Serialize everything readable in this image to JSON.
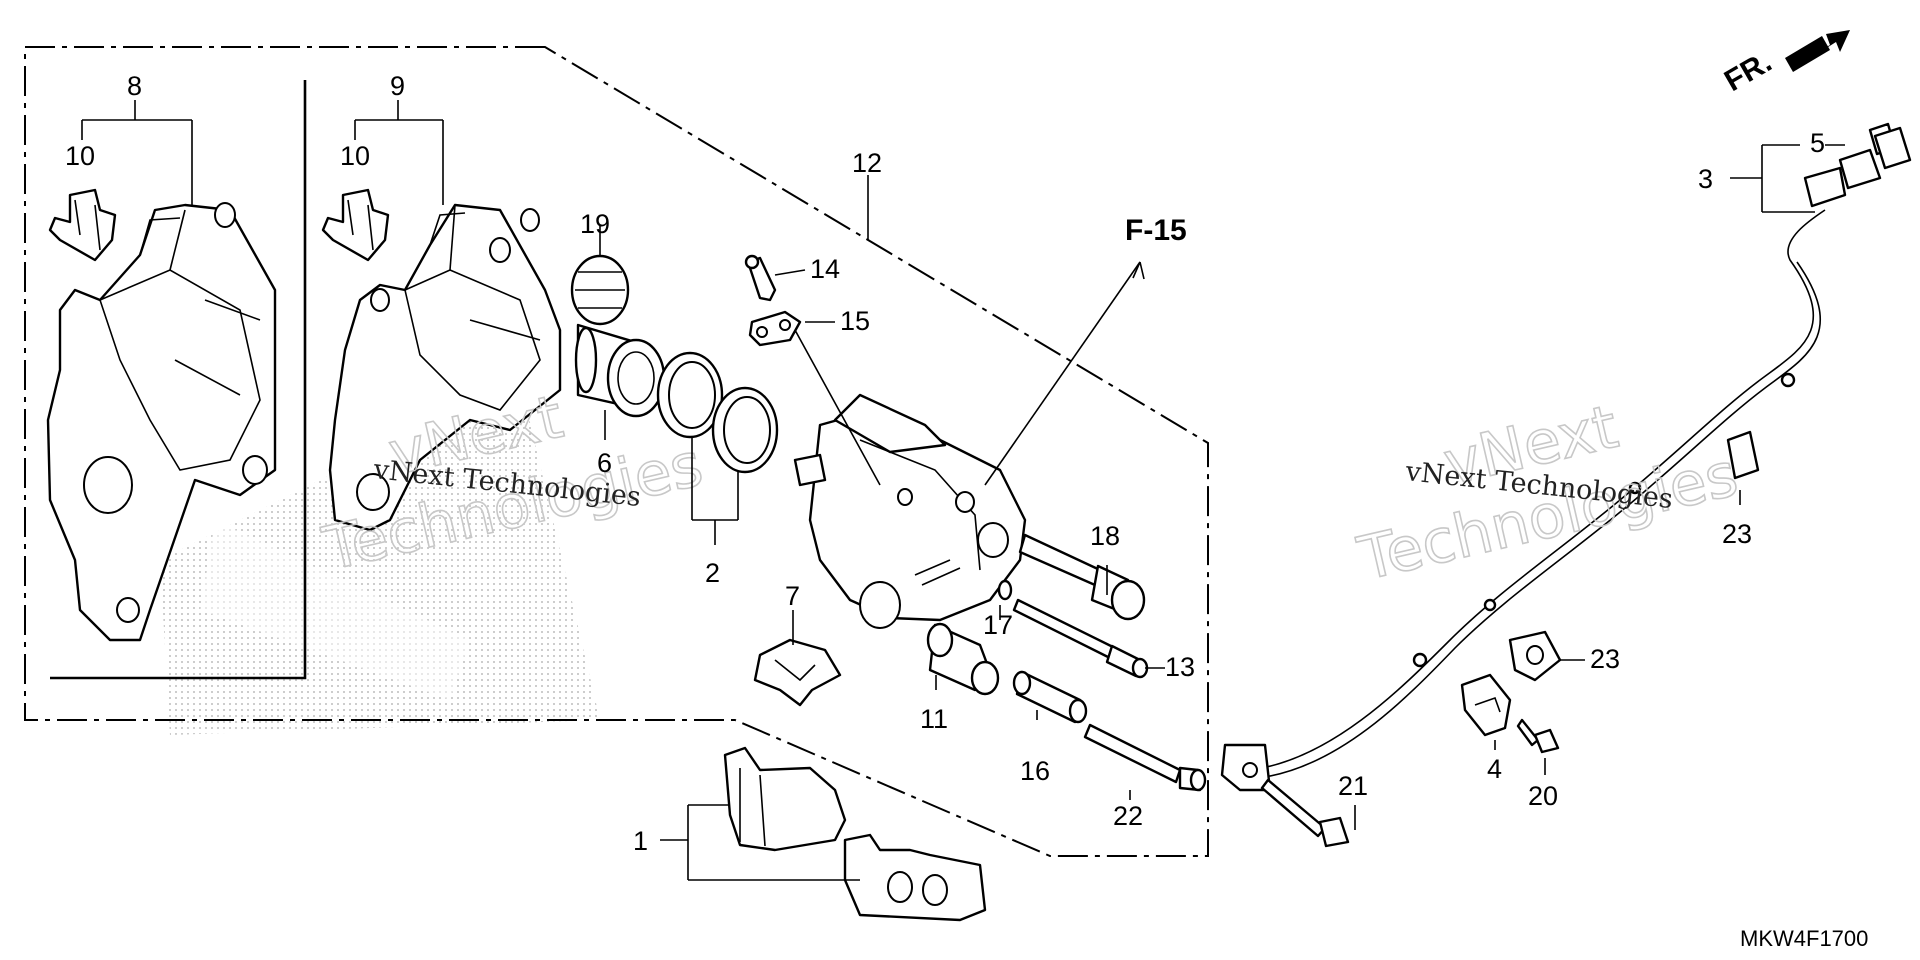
{
  "diagram": {
    "reference_label": "F-15",
    "direction_label": "FR.",
    "diagram_code": "MKW4F1700",
    "watermark": {
      "line_small": "vNext Technologies",
      "line_large_1": "vNext",
      "line_large_2": "Technologies"
    },
    "callouts": [
      {
        "id": "c1",
        "label": "1"
      },
      {
        "id": "c2",
        "label": "2"
      },
      {
        "id": "c3",
        "label": "3"
      },
      {
        "id": "c4",
        "label": "4"
      },
      {
        "id": "c5",
        "label": "5"
      },
      {
        "id": "c6",
        "label": "6"
      },
      {
        "id": "c7",
        "label": "7"
      },
      {
        "id": "c8",
        "label": "8"
      },
      {
        "id": "c9",
        "label": "9"
      },
      {
        "id": "c10a",
        "label": "10"
      },
      {
        "id": "c10b",
        "label": "10"
      },
      {
        "id": "c11",
        "label": "11"
      },
      {
        "id": "c12",
        "label": "12"
      },
      {
        "id": "c13",
        "label": "13"
      },
      {
        "id": "c14",
        "label": "14"
      },
      {
        "id": "c15",
        "label": "15"
      },
      {
        "id": "c16",
        "label": "16"
      },
      {
        "id": "c17",
        "label": "17"
      },
      {
        "id": "c18",
        "label": "18"
      },
      {
        "id": "c19",
        "label": "19"
      },
      {
        "id": "c20",
        "label": "20"
      },
      {
        "id": "c21",
        "label": "21"
      },
      {
        "id": "c22",
        "label": "22"
      },
      {
        "id": "c23a",
        "label": "23"
      },
      {
        "id": "c23b",
        "label": "23"
      }
    ]
  }
}
